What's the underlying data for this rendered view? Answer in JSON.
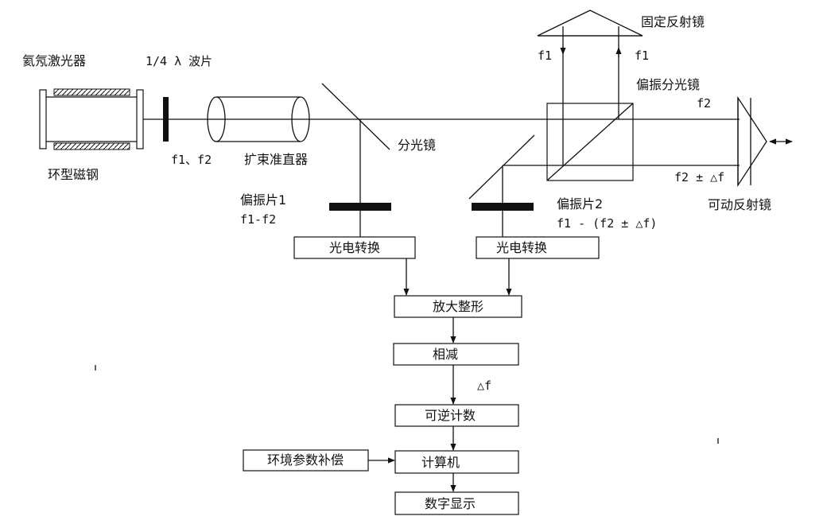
{
  "labels": {
    "laser": "氦氖激光器",
    "ring_magnet": "环型磁钢",
    "quarter_wave": "1/4 λ 波片",
    "f1_f2": "f1、f2",
    "beam_expander": "扩束准直器",
    "splitter": "分光镜",
    "fixed_reflector": "固定反射镜",
    "f1_left": "f1",
    "f1_right": "f1",
    "pol_splitter": "偏振分光镜",
    "f2": "f2",
    "f2_df": "f2 ± △f",
    "movable_reflector": "可动反射镜",
    "polarizer1": "偏振片1",
    "polarizer1_freq": "f1-f2",
    "polarizer2": "偏振片2",
    "polarizer2_freq": "f1 - (f2 ± △f)",
    "delta_f": "△f"
  },
  "boxes": {
    "pe_conv_1": "光电转换",
    "pe_conv_2": "光电转换",
    "amplify": "放大整形",
    "subtract": "相减",
    "counter": "可逆计数",
    "computer": "计算机",
    "display": "数字显示",
    "env_comp": "环境参数补偿"
  }
}
